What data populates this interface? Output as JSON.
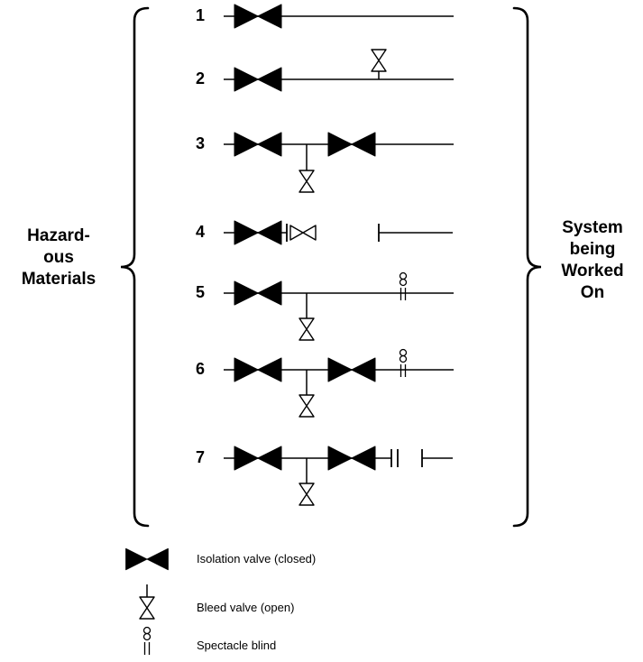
{
  "diagram": {
    "left_label": "Hazard-\nous\nMaterials",
    "right_label": "System\nbeing\nWorked\nOn",
    "rows": [
      {
        "number": "1",
        "components": [
          "isolation-valve-closed"
        ]
      },
      {
        "number": "2",
        "components": [
          "isolation-valve-closed",
          "bleed-valve-open"
        ]
      },
      {
        "number": "3",
        "components": [
          "isolation-valve-closed",
          "bleed-valve-open",
          "isolation-valve-closed"
        ]
      },
      {
        "number": "4",
        "components": [
          "isolation-valve-closed",
          "blind-flange",
          "valve-open",
          "disconnected-line"
        ]
      },
      {
        "number": "5",
        "components": [
          "isolation-valve-closed",
          "bleed-valve-open",
          "spectacle-blind"
        ]
      },
      {
        "number": "6",
        "components": [
          "isolation-valve-closed",
          "bleed-valve-open",
          "isolation-valve-closed",
          "spectacle-blind"
        ]
      },
      {
        "number": "7",
        "components": [
          "isolation-valve-closed",
          "bleed-valve-open",
          "isolation-valve-closed",
          "blind-flanges",
          "disconnected-line"
        ]
      }
    ],
    "legend": {
      "items": [
        {
          "icon": "isolation-valve-closed-icon",
          "label": "Isolation valve (closed)"
        },
        {
          "icon": "bleed-valve-open-icon",
          "label": "Bleed valve (open)"
        },
        {
          "icon": "spectacle-blind-icon",
          "label": "Spectacle blind"
        }
      ]
    },
    "colors": {
      "stroke": "#000000",
      "background": "#ffffff"
    }
  }
}
